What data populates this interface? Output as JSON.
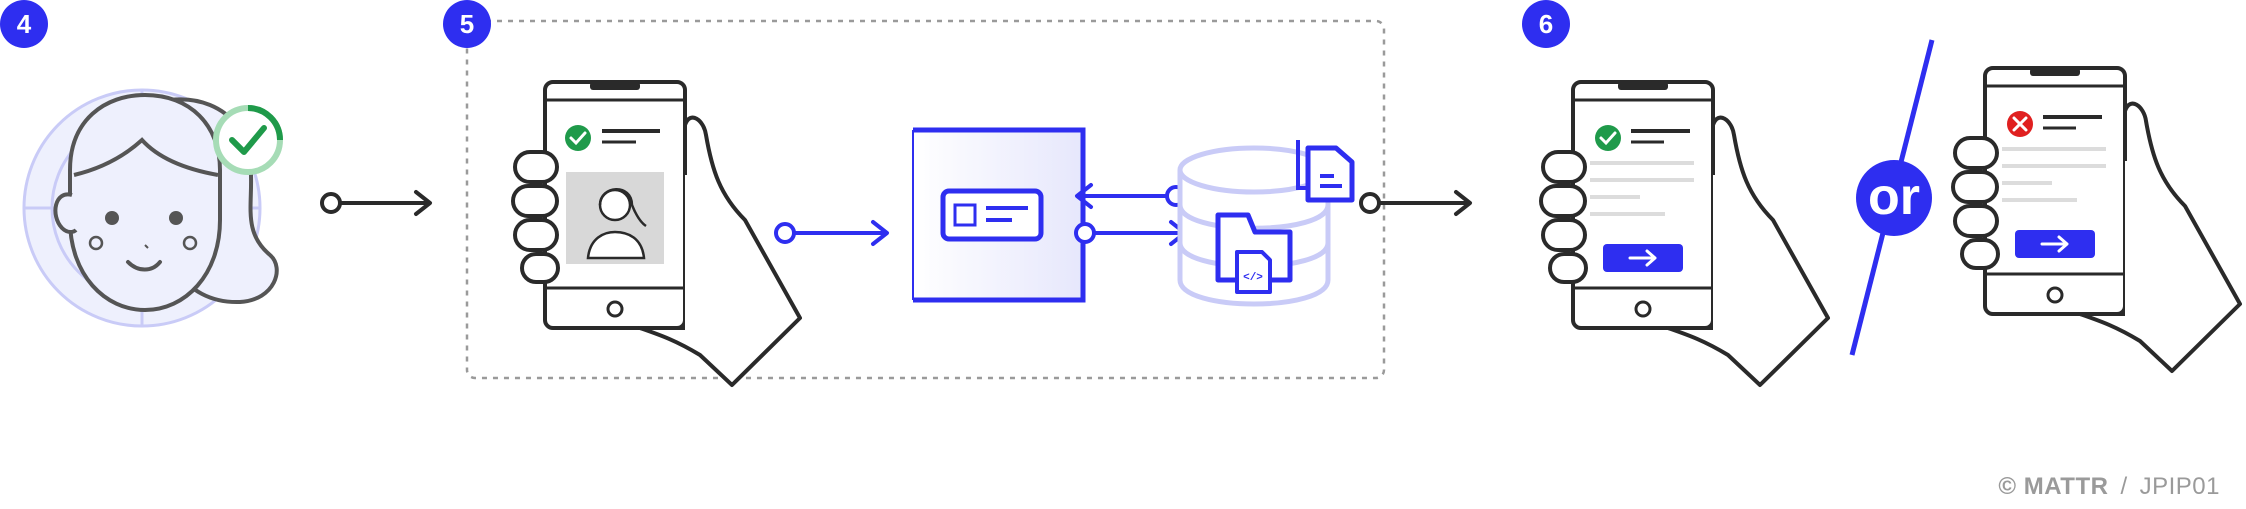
{
  "steps": [
    {
      "number": "4"
    },
    {
      "number": "5"
    },
    {
      "number": "6"
    }
  ],
  "or_label": "or",
  "footer": {
    "copyright": "© MATTR",
    "separator": "/",
    "code": "JPIP01"
  },
  "colors": {
    "accent": "#2e2ef0",
    "light_accent": "#c9cbf7",
    "stroke": "#2a2a2a",
    "success": "#1f9a4a",
    "error": "#e02020",
    "dashed": "#9a9a9a"
  },
  "icons": [
    "face-icon",
    "check-badge-icon",
    "phone-icon",
    "hand-icon",
    "id-card-icon",
    "database-icon",
    "folder-code-icon",
    "document-icon",
    "arrow-icon",
    "error-icon"
  ]
}
